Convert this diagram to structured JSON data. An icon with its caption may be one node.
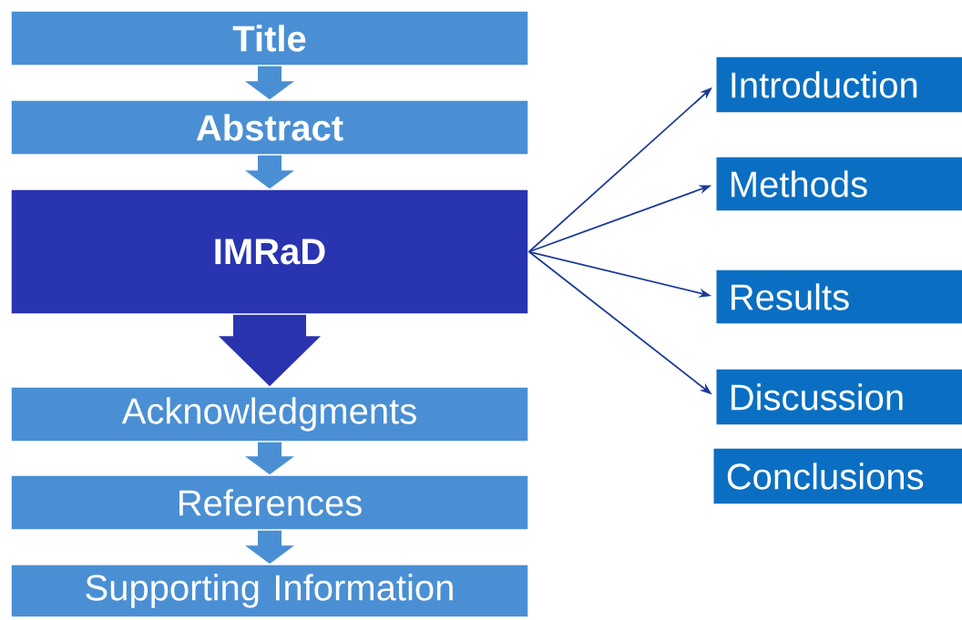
{
  "diagram": {
    "nodes": [
      {
        "text": [
          "Title"
        ]
      },
      {
        "text": [
          "Abstract"
        ]
      },
      {
        "text": [
          "IMRaD"
        ]
      },
      {
        "text": [
          "Acknowledgments"
        ]
      },
      {
        "text": [
          "References"
        ]
      },
      {
        "text": [
          "Supporting Information"
        ]
      },
      {
        "text": [
          "Introduction"
        ]
      },
      {
        "text": [
          "Methods"
        ]
      },
      {
        "text": [
          "Results"
        ]
      },
      {
        "text": [
          "Discussion"
        ]
      },
      {
        "text": [
          "Conclusions"
        ]
      }
    ],
    "edges": [
      {
        "from": 0,
        "to": 1,
        "arrow": "to"
      },
      {
        "from": 1,
        "to": 2,
        "arrow": "to"
      },
      {
        "from": 2,
        "to": 3,
        "arrow": "to",
        "color": "#2a33ae"
      },
      {
        "from": 3,
        "to": 4,
        "arrow": "to"
      },
      {
        "from": 4,
        "to": 5,
        "arrow": "to"
      },
      {
        "from": 2,
        "to": 6,
        "arrow": "to",
        "color": "#1b3a96"
      },
      {
        "from": 2,
        "to": 7,
        "arrow": "to",
        "color": "#1b3a96"
      },
      {
        "from": 2,
        "to": 8,
        "arrow": "to",
        "color": "#1b3a96"
      },
      {
        "from": 2,
        "to": 9,
        "arrow": "to",
        "color": "#1b3a96"
      }
    ]
  }
}
